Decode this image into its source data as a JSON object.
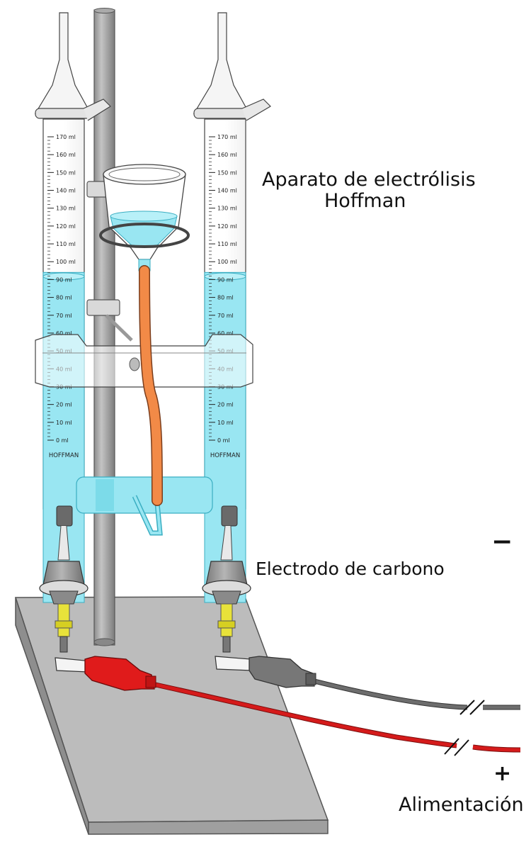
{
  "labels": {
    "title_line1": "Aparato de electrólisis",
    "title_line2": "Hoffman",
    "electrode": "Electrodo de carbono",
    "negative": "−",
    "positive": "+",
    "power_supply": "Alimentación"
  },
  "burette": {
    "brand": "HOFFMAN",
    "unit": "ml",
    "scale_max_ml": 170,
    "major_step_ml": 10,
    "liquid_level_ml": 94
  },
  "colors": {
    "liquid": "#99e6f2",
    "liquid_edge": "#3aaec2",
    "base_plate": "#bdbdbd",
    "rod": "#a7a7a7",
    "rubber_tube": "#f28a47",
    "positive_clip": "#e01b1b",
    "negative_clip": "#777777",
    "positive_wire": "#d51b1b",
    "negative_wire": "#6d6d6d",
    "connector": "#e8e23a"
  }
}
